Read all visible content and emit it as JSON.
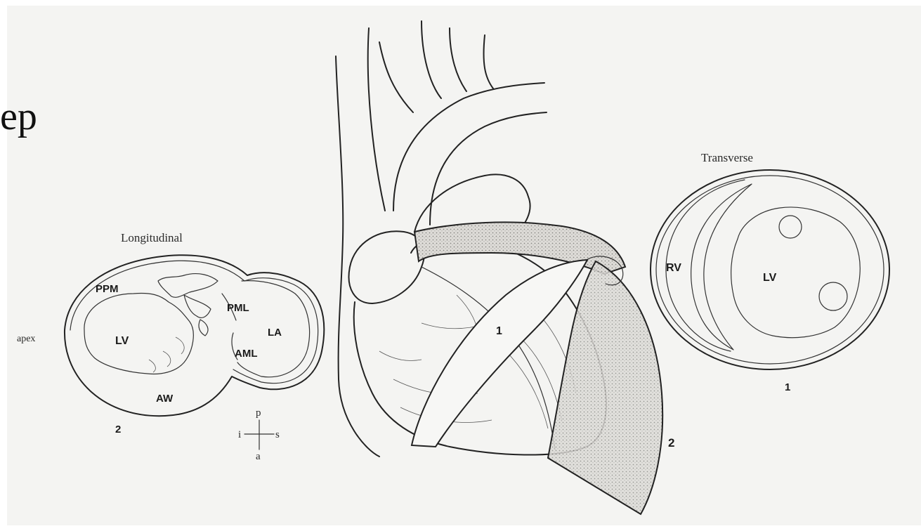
{
  "slide": {
    "partial_text": "ep"
  },
  "figure": {
    "longitudinal": {
      "title": "Longitudinal",
      "labels": {
        "ppm": "PPM",
        "pml": "PML",
        "lv": "LV",
        "la": "LA",
        "aml": "AML",
        "aw": "AW",
        "apex": "apex"
      },
      "number": "2"
    },
    "orientation": {
      "p": "p",
      "a": "a",
      "i": "i",
      "s": "s"
    },
    "transverse": {
      "title": "Transverse",
      "labels": {
        "rv": "RV",
        "lv": "LV"
      },
      "number": "1"
    },
    "heart": {
      "plane_1_label": "1",
      "plane_2_label": "2"
    }
  },
  "colors": {
    "background": "#ffffff",
    "panel": "#f4f4f2",
    "ink": "#222222",
    "stipple": "#c9c9c6"
  }
}
